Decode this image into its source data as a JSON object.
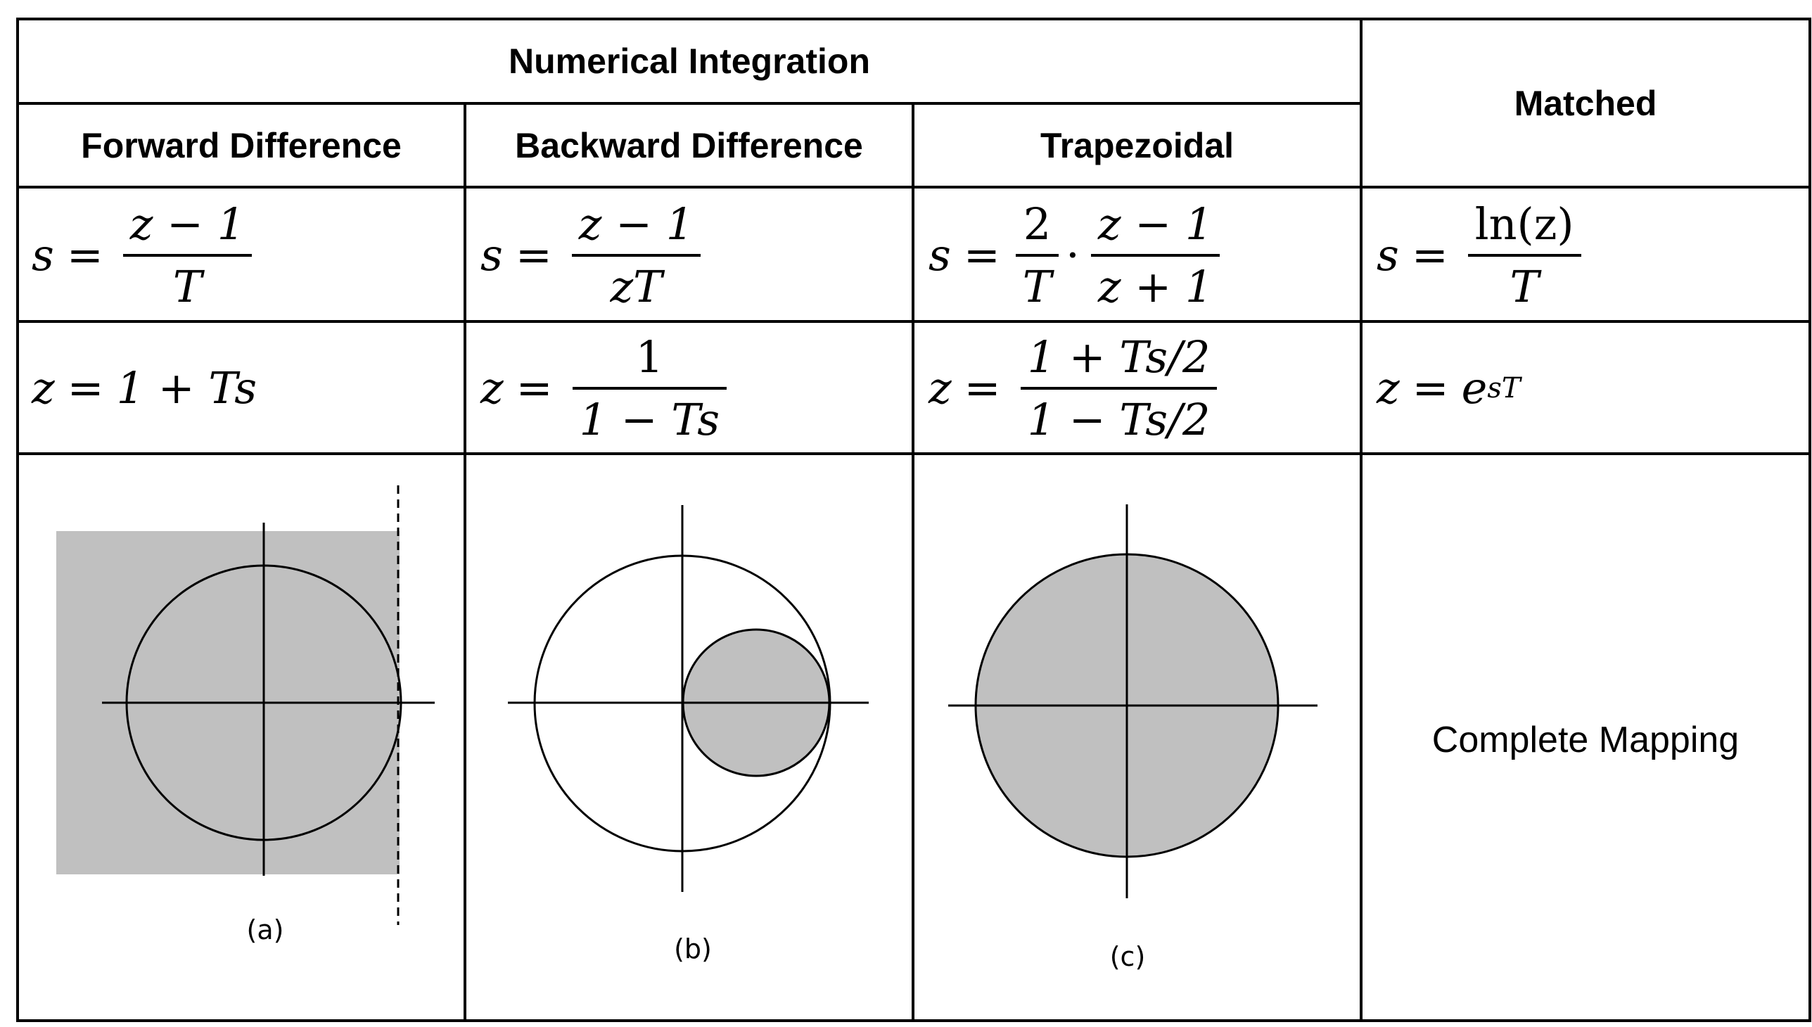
{
  "table": {
    "group_header": "Numerical Integration",
    "matched_header": "Matched",
    "columns": [
      "Forward Difference",
      "Backward Difference",
      "Trapezoidal"
    ],
    "s_row": {
      "forward": {
        "lhs": "s",
        "num": "z − 1",
        "den": "T"
      },
      "backward": {
        "lhs": "s",
        "num": "z − 1",
        "den": "zT"
      },
      "trapezoidal": {
        "lhs": "s",
        "num1": "2",
        "den1": "T",
        "dot": "·",
        "num2": "z − 1",
        "den2": "z + 1"
      },
      "matched": {
        "lhs": "s",
        "num": "ln(z)",
        "den": "T"
      }
    },
    "z_row": {
      "forward": {
        "lhs": "z",
        "rhs": "1 + Ts"
      },
      "backward": {
        "lhs": "z",
        "num": "1",
        "den": "1 − Ts"
      },
      "trapezoidal": {
        "lhs": "z",
        "num": "1 + Ts/2",
        "den": "1 − Ts/2"
      },
      "matched": {
        "lhs": "z",
        "base": "e",
        "exp": "sT"
      }
    },
    "captions": [
      "(a)",
      "(b)",
      "(c)"
    ],
    "matched_mapping_text": "Complete Mapping",
    "shade_color": "#c0c0c0",
    "line_color": "#000000"
  }
}
